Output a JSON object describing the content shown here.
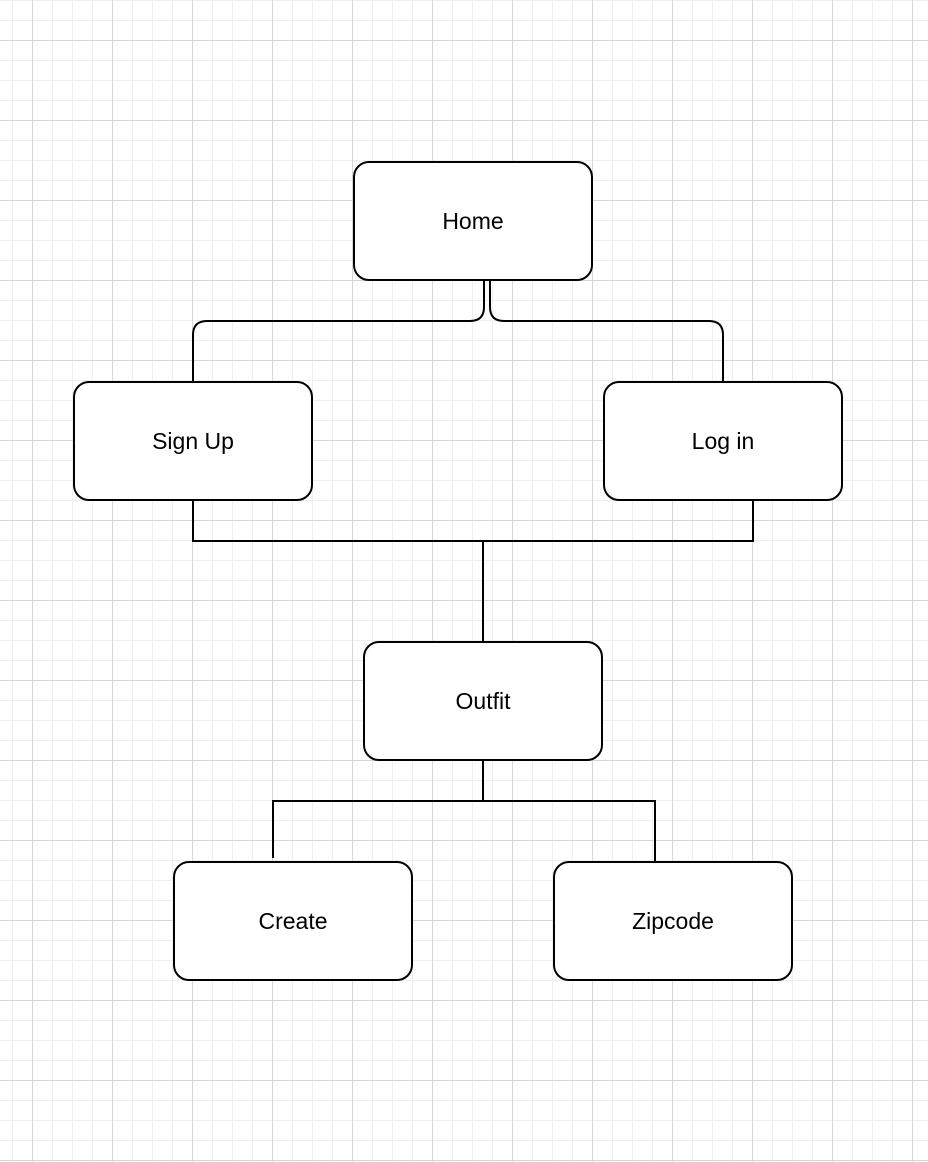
{
  "diagram": {
    "nodes": {
      "home": "Home",
      "signup": "Sign Up",
      "login": "Log in",
      "outfit": "Outfit",
      "create": "Create",
      "zipcode": "Zipcode"
    },
    "edges": [
      {
        "from": "home",
        "to": "signup"
      },
      {
        "from": "home",
        "to": "login"
      },
      {
        "from": "signup",
        "to": "outfit"
      },
      {
        "from": "login",
        "to": "outfit"
      },
      {
        "from": "outfit",
        "to": "create"
      },
      {
        "from": "outfit",
        "to": "zipcode"
      }
    ],
    "colors": {
      "stroke": "#000000",
      "node_fill": "#ffffff",
      "grid_major": "#d6d6d6",
      "grid_minor": "#efefef"
    }
  }
}
